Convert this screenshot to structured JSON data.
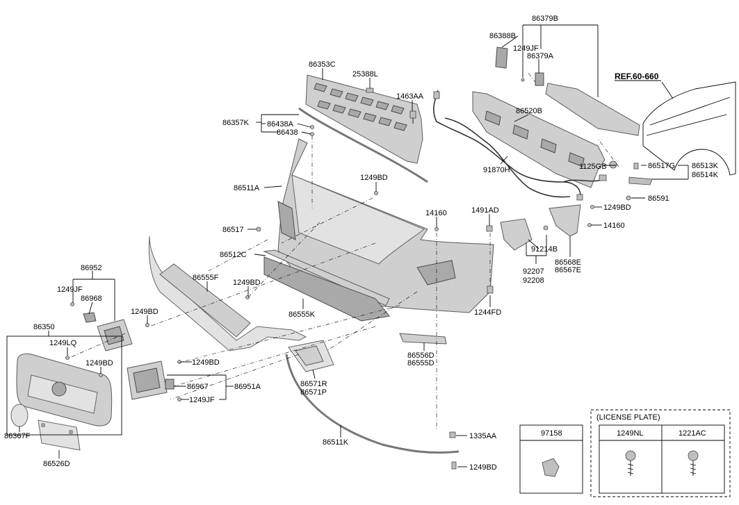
{
  "labels": {
    "p86379B": "86379B",
    "p86388B": "86388B",
    "p1249JF_top": "1249JF",
    "p86379A": "86379A",
    "ref": "REF.60-660",
    "p86353C": "86353C",
    "p25388L": "25388L",
    "p1463AA": "1463AA",
    "p86520B": "86520B",
    "p86357K": "86357K",
    "p86438A": "86438A",
    "p86438": "86438",
    "p1125GB": "1125GB",
    "p86517G": "86517G",
    "p86513K": "86513K",
    "p86514K": "86514K",
    "p91870H": "91870H",
    "p1249BD_a": "1249BD",
    "p86511A": "86511A",
    "p86591": "86591",
    "p14160_a": "14160",
    "p1491AD": "1491AD",
    "p1249BD_b": "1249BD",
    "p14160_b": "14160",
    "p86517": "86517",
    "p91214B": "91214B",
    "p86512C": "86512C",
    "p92207": "92207",
    "p92208": "92208",
    "p86568E": "86568E",
    "p86567E": "86567E",
    "p86952": "86952",
    "p86555F": "86555F",
    "p1249BD_c": "1249BD",
    "p1249JF_left": "1249JF",
    "p86968": "86968",
    "p1249BD_d": "1249BD",
    "p86555K": "86555K",
    "p1244FD": "1244FD",
    "p86350": "86350",
    "p1249LQ": "1249LQ",
    "p86556D": "86556D",
    "p86555D": "86555D",
    "p1249BD_e": "1249BD",
    "p1249BD_f": "1249BD",
    "p86967": "86967",
    "p86951A": "86951A",
    "p86571R": "86571R",
    "p86571P": "86571P",
    "p1249JF_low": "1249JF",
    "p86367F": "86367F",
    "p86511K": "86511K",
    "p1335AA": "1335AA",
    "p86526D": "86526D",
    "p1249BD_g": "1249BD"
  },
  "kit_box": {
    "label": "97158"
  },
  "license_plate": {
    "title": "(LICENSE PLATE)",
    "col1": "1249NL",
    "col2": "1221AC"
  }
}
